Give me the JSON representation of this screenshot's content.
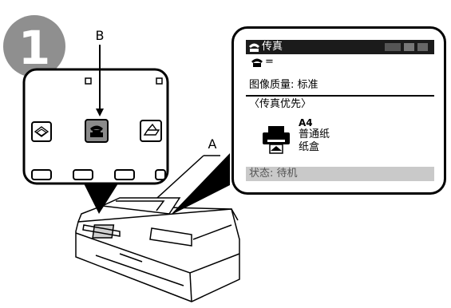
{
  "step": {
    "number": "1"
  },
  "labels": {
    "pointer_b": "B",
    "pointer_a": "A"
  },
  "lcd": {
    "title": "传真",
    "fax_line_symbol": "=",
    "image_quality": "图像质量: 标准",
    "fax_priority": "〈传真优先〉",
    "paper_size": "A4",
    "paper_type": "普通纸",
    "paper_source": "纸盒",
    "status": "状态: 待机"
  },
  "icons": {
    "step_badge": "step-number-circle",
    "copy_mode": "copy-icon",
    "fax_mode": "fax-icon",
    "scan_mode": "scan-icon",
    "phone": "telephone-icon",
    "printer": "printer-icon"
  },
  "colors": {
    "step_badge": "#8f8f8f",
    "lcd_title_bar": "#1b1b1b",
    "lcd_status_bar": "#c9c9c9",
    "fax_button": "#8a8a8a"
  }
}
